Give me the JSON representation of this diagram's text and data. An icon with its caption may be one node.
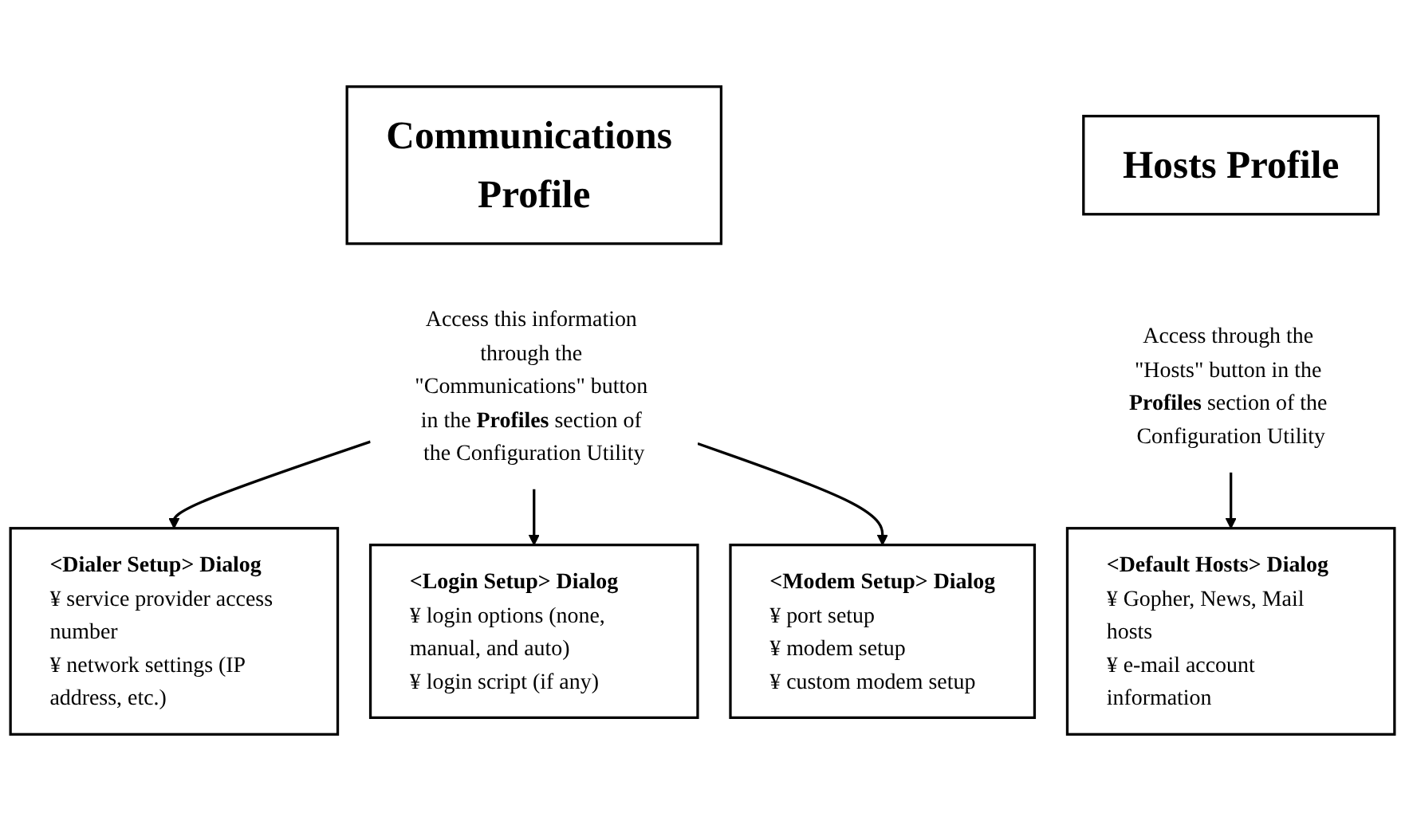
{
  "diagram": {
    "nodes": [
      {
        "text": [
          "Communications Profile"
        ]
      },
      {
        "text": [
          "Hosts Profile"
        ]
      },
      {
        "text": [
          "Access this information through the \"Communications\" button in the **Profiles** section of the Configuration Utility"
        ]
      },
      {
        "text": [
          "Access through the \"Hosts\" button in the **Profiles** section of the Configuration Utility"
        ]
      },
      {
        "text": [
          "<Dialer Setup> Dialog",
          "¥ service provider access number",
          "¥ network settings (IP address, etc.)"
        ]
      },
      {
        "text": [
          "<Login Setup> Dialog",
          "¥ login options (none, manual, and auto)",
          "¥ login script (if any)"
        ]
      },
      {
        "text": [
          "<Modem Setup> Dialog",
          "¥ port setup",
          "¥ modem setup",
          "¥ custom modem setup"
        ]
      },
      {
        "text": [
          "<Default Hosts> Dialog",
          "¥ Gopher, News, Mail hosts",
          "¥ e-mail account information"
        ]
      }
    ],
    "edges": [
      {
        "from": 2,
        "to": 4,
        "arrow": "to"
      },
      {
        "from": 2,
        "to": 5,
        "arrow": "to"
      },
      {
        "from": 2,
        "to": 6,
        "arrow": "to"
      },
      {
        "from": 3,
        "to": 7,
        "arrow": "to"
      }
    ]
  }
}
